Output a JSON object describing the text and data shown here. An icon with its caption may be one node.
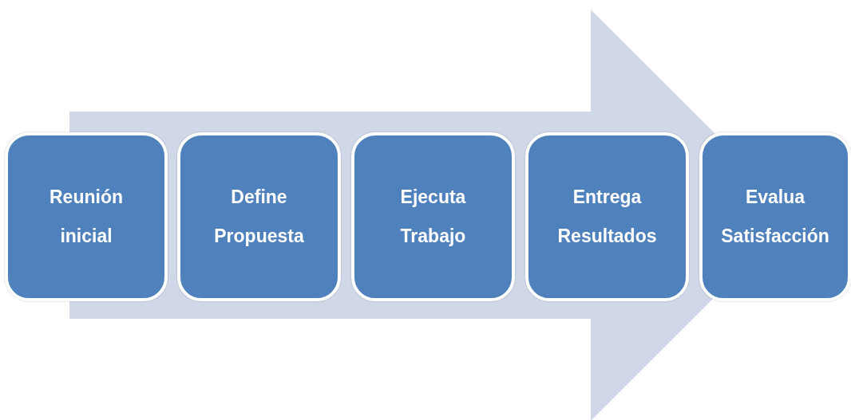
{
  "diagram": {
    "nodes": [
      {
        "text": [
          "Reunión inicial"
        ]
      },
      {
        "text": [
          "Define Propuesta"
        ]
      },
      {
        "text": [
          "Ejecuta Trabajo"
        ]
      },
      {
        "text": [
          "Entrega Resultados"
        ]
      },
      {
        "text": [
          "Evalua Satisfacción"
        ]
      }
    ],
    "edges": [
      {
        "from": 0,
        "to": 4,
        "arrow": "to"
      }
    ]
  }
}
